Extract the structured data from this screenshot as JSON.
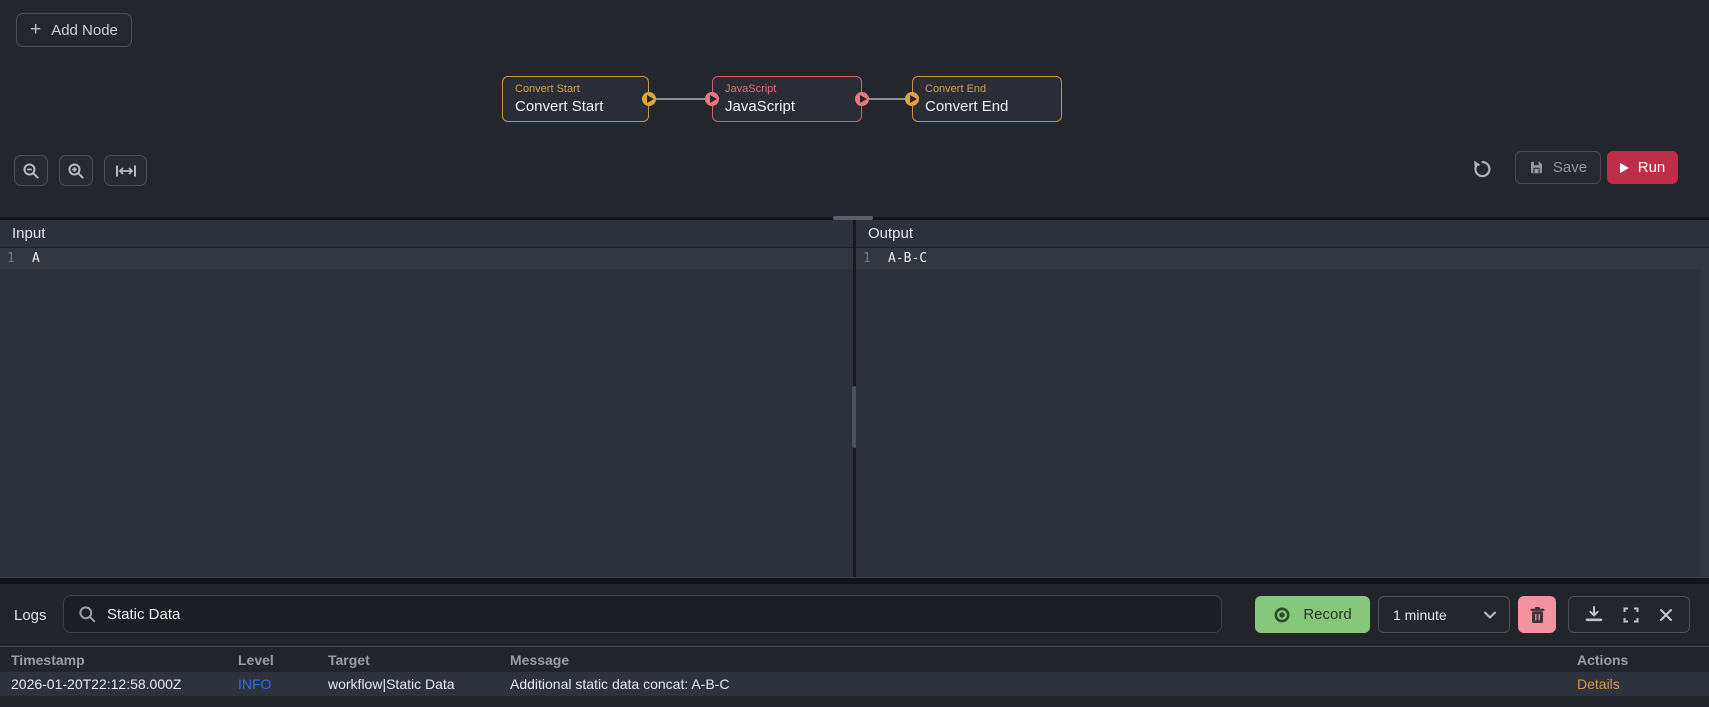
{
  "toolbar": {
    "add_node": "Add Node",
    "save": "Save",
    "run": "Run"
  },
  "canvas": {
    "nodes": [
      {
        "title": "Convert Start",
        "label": "Convert Start",
        "accent": "#d9a147"
      },
      {
        "title": "JavaScript",
        "label": "JavaScript",
        "accent": "#ee6b76"
      },
      {
        "title": "Convert End",
        "label": "Convert End",
        "accent": "#d9a147"
      }
    ]
  },
  "panels": {
    "input": {
      "title": "Input",
      "line_number": "1",
      "code": "A"
    },
    "output": {
      "title": "Output",
      "line_number": "1",
      "code": "A-B-C"
    }
  },
  "logs": {
    "title": "Logs",
    "search_value": "Static Data",
    "record_label": "Record",
    "interval_value": "1 minute",
    "table": {
      "headers": [
        "Timestamp",
        "Level",
        "Target",
        "Message",
        "Actions"
      ],
      "rows": [
        {
          "timestamp": "2026-01-20T22:12:58.000Z",
          "level": "INFO",
          "target": "workflow|Static Data",
          "message": "Additional static data concat: A-B-C",
          "action": "Details"
        }
      ]
    }
  },
  "colors": {
    "convert_accent": "#d9a147",
    "javascript_accent": "#ee6b76",
    "run_button": "#bf2e49",
    "record_button": "#86c77b",
    "trash_button": "#f2939f",
    "info_level": "#2e6be6",
    "details_link": "#d79a4a"
  }
}
